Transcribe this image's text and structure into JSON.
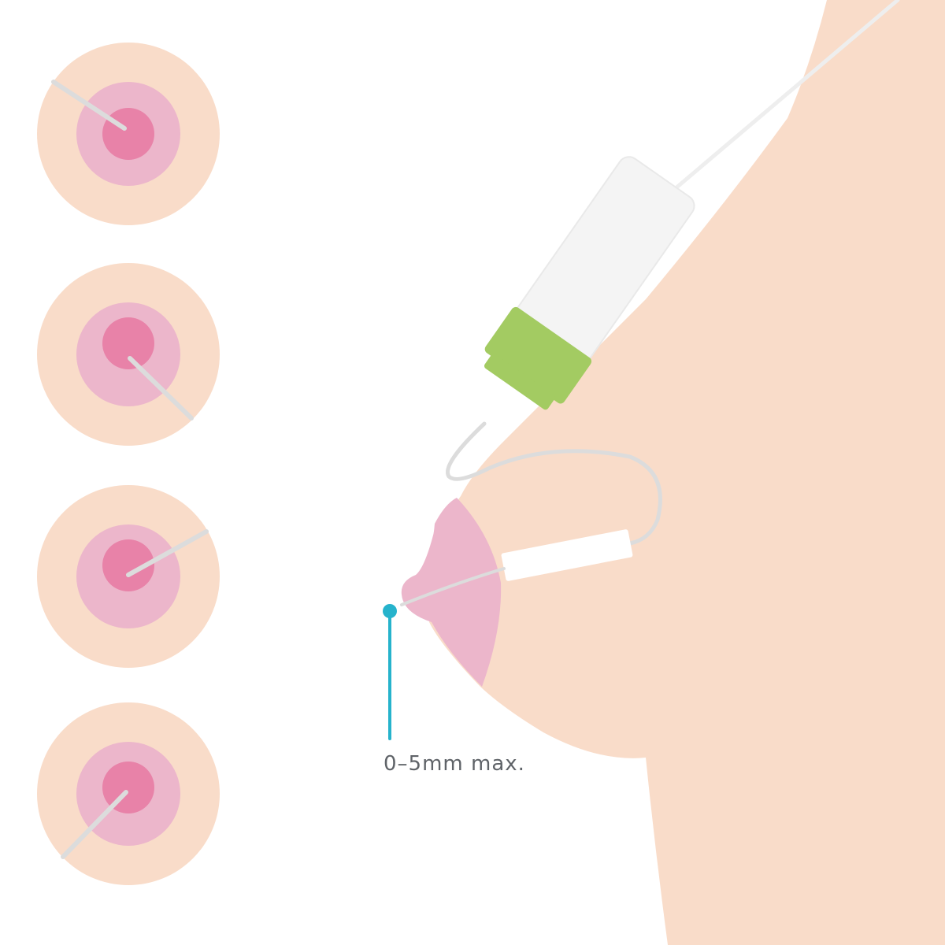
{
  "measurement": {
    "label": "0–5mm max.",
    "indicator_color": "#26b3cc",
    "text_color": "#5f6368"
  },
  "colors": {
    "skin": "#f9dcc9",
    "areola": "#ecb6cb",
    "nipple": "#e882a8",
    "tube": "#dcdcdc",
    "bottle": "#f4f4f4",
    "bottle_outline": "#e6e6e6",
    "cap": "#a3cb62",
    "tape": "#ffffff"
  },
  "placement_options": [
    {
      "name": "upper-left",
      "tube_direction": "upper-left"
    },
    {
      "name": "lower-right",
      "tube_direction": "lower-right"
    },
    {
      "name": "upper-right",
      "tube_direction": "upper-right"
    },
    {
      "name": "lower-left",
      "tube_direction": "lower-left"
    }
  ]
}
